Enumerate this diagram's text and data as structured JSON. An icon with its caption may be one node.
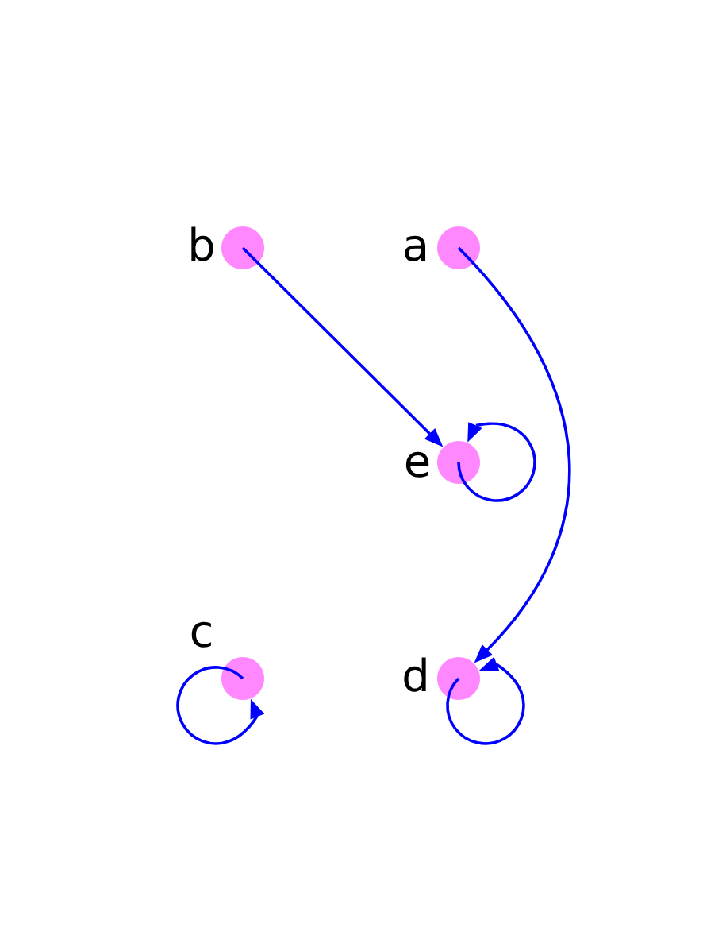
{
  "diagram": {
    "nodes": [
      {
        "text": [],
        "shape": "circle",
        "beside": [
          "b"
        ]
      },
      {
        "text": [],
        "shape": "circle",
        "beside": [
          "a"
        ]
      },
      {
        "text": [],
        "shape": "circle",
        "beside": [
          "e"
        ]
      },
      {
        "text": [],
        "shape": "circle",
        "beside": [
          "c"
        ]
      },
      {
        "text": [],
        "shape": "circle",
        "beside": [
          "d"
        ]
      }
    ],
    "edges": [
      {
        "from": 0,
        "to": 2,
        "arrow": "to"
      },
      {
        "from": 1,
        "to": 4,
        "arrow": "to"
      },
      {
        "from": 2,
        "to": 2,
        "arrow": "to"
      },
      {
        "from": 3,
        "to": 3,
        "arrow": "to"
      },
      {
        "from": 4,
        "to": 4,
        "arrow": "to"
      }
    ]
  }
}
